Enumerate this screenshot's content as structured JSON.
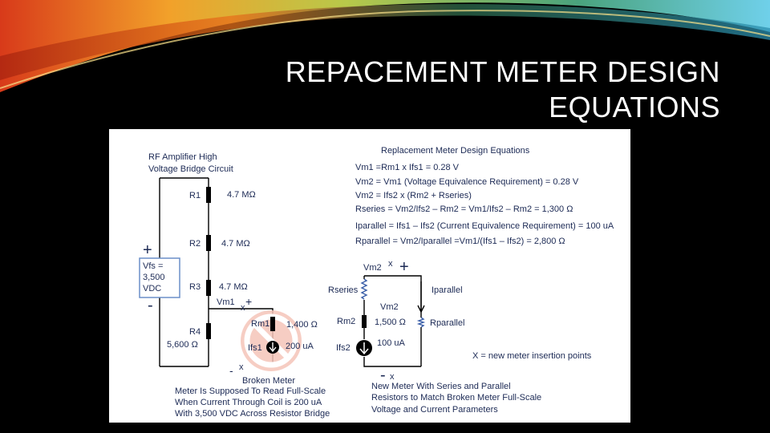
{
  "slide": {
    "title_line1": "REPACEMENT METER DESIGN",
    "title_line2": "EQUATIONS"
  },
  "left_circuit": {
    "heading_line1": "RF Amplifier High",
    "heading_line2": "Voltage Bridge Circuit",
    "r1_label": "R1",
    "r1_value": "4.7 MΩ",
    "r2_label": "R2",
    "r2_value": "4.7 MΩ",
    "r3_label": "R3",
    "r3_value": "4.7 MΩ",
    "r4_label": "R4",
    "r4_value": "5,600 Ω",
    "source_line1": "Vfs =",
    "source_line2": "3,500",
    "source_line3": "VDC",
    "plus_sign": "+",
    "minus_sign": "-",
    "vm1_label": "Vm1",
    "node_x_top": "x",
    "node_x_bottom": "x",
    "meter_plus": "+",
    "meter_minus": "-",
    "rm1_label": "Rm1",
    "rm1_value": "1,400 Ω",
    "ifs1_label": "Ifs1",
    "ifs1_value": "200 uA",
    "broken_meter_label": "Broken Meter",
    "note_line1": "Meter Is Supposed To Read Full-Scale",
    "note_line2": "When Current Through Coil is 200 uA",
    "note_line3": "With 3,500 VDC Across Resistor Bridge"
  },
  "equations": {
    "heading": "Replacement Meter Design Equations",
    "lines": [
      "Vm1 =Rm1 x Ifs1 = 0.28 V",
      "Vm2 =  Vm1 (Voltage Equivalence Requirement) = 0.28 V",
      "Vm2 = Ifs2 x (Rm2 + Rseries)",
      "Rseries = Vm2/Ifs2 – Rm2 = Vm1/Ifs2 – Rm2 = 1,300 Ω",
      "Iparallel = Ifs1 – Ifs2 (Current Equivalence Requirement) = 100 uA",
      "Rparallel = Vm2/Iparallel =Vm1/(Ifs1 – Ifs2) = 2,800 Ω"
    ]
  },
  "right_circuit": {
    "vm2_top_label": "Vm2",
    "x_top": "x",
    "plus_sign": "+",
    "rseries_label": "Rseries",
    "iparallel_label": "Iparallel",
    "vm2_mid_label": "Vm2",
    "rm2_label": "Rm2",
    "rm2_value": "1,500 Ω",
    "rparallel_label": "Rparallel",
    "ifs2_label": "Ifs2",
    "ifs2_value": "100 uA",
    "minus_sign": "-",
    "x_bottom": "x",
    "legend": "X = new meter insertion points",
    "caption_line1": "New Meter With Series and Parallel",
    "caption_line2": "Resistors to Match Broken Meter Full-Scale",
    "caption_line3": "Voltage and Current Parameters"
  },
  "colors": {
    "background": "#000000",
    "title_text": "#ffffff",
    "panel": "#ffffff",
    "diagram_text": "#1c2a55",
    "source_box_border": "#6b8fc9",
    "broken_meter_badge": "#f4c4b8"
  },
  "icons": [
    "no-symbol-icon",
    "ammeter-icon",
    "coil-resistor-icon"
  ]
}
